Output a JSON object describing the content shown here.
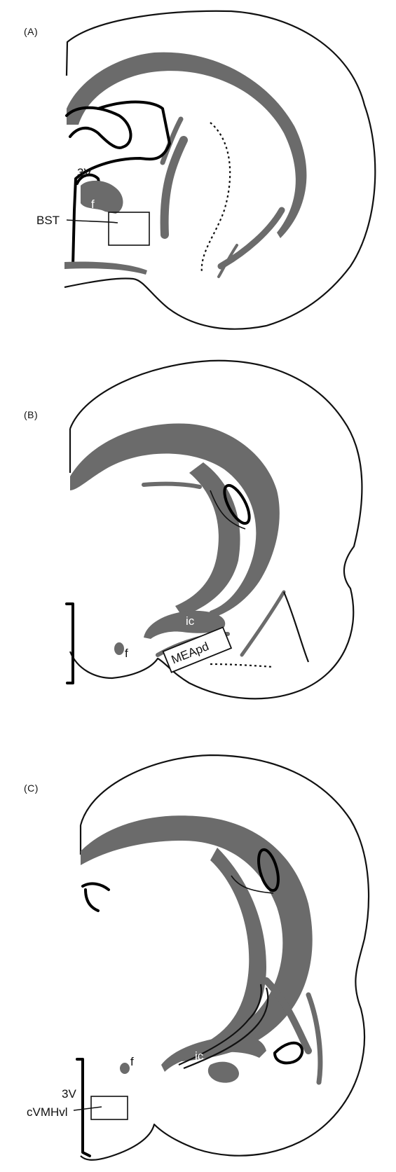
{
  "panels": [
    {
      "id": "A",
      "panel_label": "(A)",
      "labels": {
        "ventricle": "3V",
        "fornix": "f",
        "region": "BST"
      }
    },
    {
      "id": "B",
      "panel_label": "(B)",
      "labels": {
        "capsule": "ic",
        "fornix": "f",
        "region": "MEApd"
      }
    },
    {
      "id": "C",
      "panel_label": "(C)",
      "labels": {
        "ventricle": "3V",
        "capsule": "ic",
        "fornix": "f",
        "region": "cVMHvl"
      }
    }
  ],
  "colors": {
    "white_matter": "#6b6b6b",
    "outline": "#111111",
    "background": "#ffffff"
  }
}
